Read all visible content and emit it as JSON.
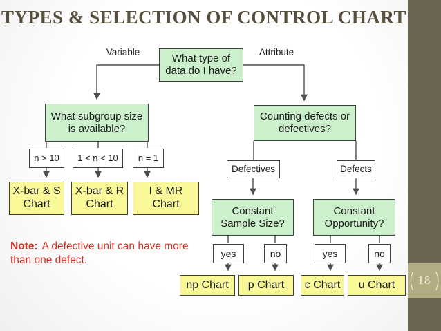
{
  "slide": {
    "title": "TYPES & SELECTION OF CONTROL CHART",
    "page_number": "18",
    "bracket_left": "(",
    "bracket_right": ")"
  },
  "colors": {
    "title_text": "#57503f",
    "sidebar": "#6b6451",
    "page_badge": "#b3ab82",
    "question_box_fill": "#ccf0cc",
    "chart_box_fill": "#f9f899",
    "condition_box_fill": "#ffffff",
    "connector_line": "#4d4d4d",
    "note_text": "#d93025"
  },
  "flowchart": {
    "root_question": "What type of data do I have?",
    "branch_labels": {
      "left": "Variable",
      "right": "Attribute"
    },
    "left": {
      "question": "What subgroup size is available?",
      "conditions": [
        "n > 10",
        "1 < n < 10",
        "n = 1"
      ],
      "charts": [
        "X-bar & S Chart",
        "X-bar & R Chart",
        "I & MR Chart"
      ]
    },
    "right": {
      "question": "Counting defects or defectives?",
      "defectives_label": "Defectives",
      "defects_label": "Defects",
      "defectives_question": "Constant Sample Size?",
      "defects_question": "Constant Opportunity?",
      "yes_label": "yes",
      "no_label": "no",
      "charts": [
        "np Chart",
        "p Chart",
        "c Chart",
        "u Chart"
      ]
    },
    "note": {
      "bold": "Note:",
      "text": "A defective unit can have more than one defect."
    }
  }
}
